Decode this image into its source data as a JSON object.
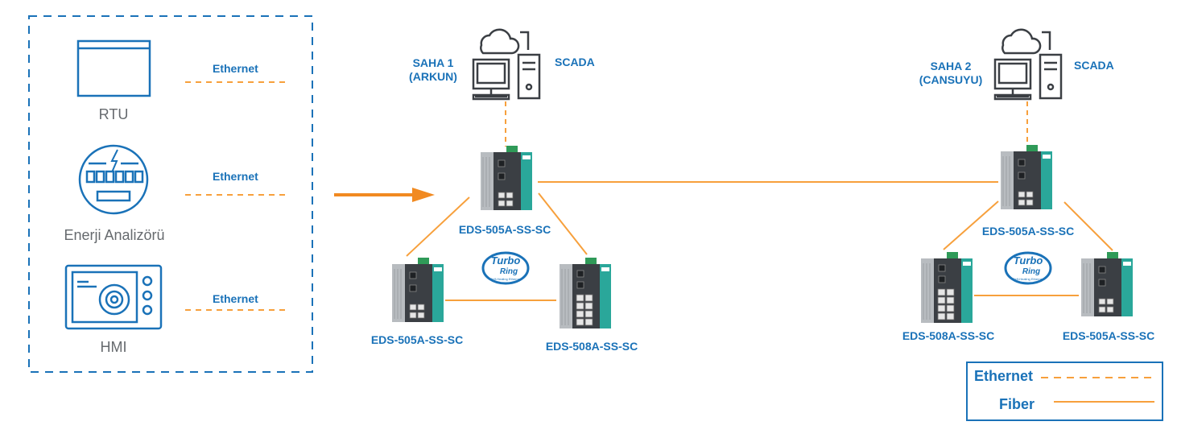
{
  "devices_panel": {
    "rtu_label": "RTU",
    "energy_label": "Enerji Analizörü",
    "hmi_label": "HMI",
    "link_labels": [
      "Ethernet",
      "Ethernet",
      "Ethernet"
    ]
  },
  "site1": {
    "name_line1": "SAHA 1",
    "name_line2": "(ARKUN)",
    "scada_label": "SCADA",
    "switches": {
      "top": "EDS-505A-SS-SC",
      "left": "EDS-505A-SS-SC",
      "right": "EDS-508A-SS-SC"
    },
    "ring_logo": {
      "line1": "Turbo",
      "line2": "Ring",
      "tagline": "Self-Healing Ethernet"
    }
  },
  "site2": {
    "name_line1": "SAHA 2",
    "name_line2": "(CANSUYU)",
    "scada_label": "SCADA",
    "switches": {
      "top": "EDS-505A-SS-SC",
      "left": "EDS-508A-SS-SC",
      "right": "EDS-505A-SS-SC"
    },
    "ring_logo": {
      "line1": "Turbo",
      "line2": "Ring",
      "tagline": "Self-Healing Ethernet"
    }
  },
  "legend": {
    "ethernet_label": "Ethernet",
    "fiber_label": "Fiber"
  },
  "colors": {
    "accent_blue": "#1a72b8",
    "link_orange": "#f7a03c",
    "arrow_orange": "#f18a21",
    "switch_dark": "#3b3f44",
    "switch_teal": "#2aa79a"
  }
}
